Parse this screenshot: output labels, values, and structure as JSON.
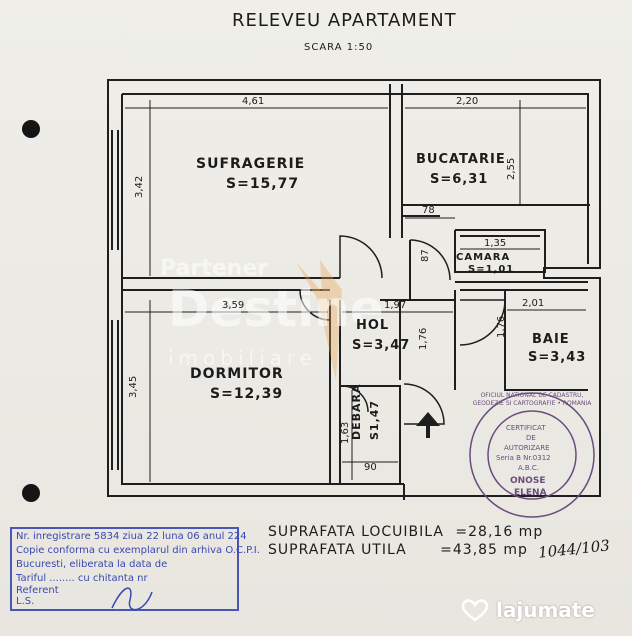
{
  "title": "RELEVEU APARTAMENT",
  "scale": "SCARA 1:50",
  "rooms": {
    "sufragerie": {
      "name": "SUFRAGERIE",
      "area": "S=15,77"
    },
    "bucatarie": {
      "name": "BUCATARIE",
      "area": "S=6,31"
    },
    "camara": {
      "name": "CAMARA",
      "area": "S=1,01"
    },
    "hol": {
      "name": "HOL",
      "area": "S=3,47"
    },
    "baie": {
      "name": "BAIE",
      "area": "S=3,43"
    },
    "dormitor": {
      "name": "DORMITOR",
      "area": "S=12,39"
    },
    "debara": {
      "name": "DEBARA",
      "area": "S1,47"
    }
  },
  "dimensions": {
    "d461": "4,61",
    "d220": "2,20",
    "d342": "3,42",
    "d255": "2,55",
    "d78": "78",
    "d135": "1,35",
    "d87": "87",
    "d359": "3,59",
    "d197": "1,97",
    "d201": "2,01",
    "d176a": "1,76",
    "d176b": "1,76",
    "d345": "3,45",
    "d163": "1,63",
    "d90": "90"
  },
  "totals": {
    "locuibila_label": "SUPRAFATA LOCUIBILA",
    "locuibila_value": "=28,16 mp",
    "utila_label": "SUPRAFATA UTILA",
    "utila_value": "=43,85 mp"
  },
  "seal": {
    "ring": "OFICIUL NATIONAL DE CADASTRU, GEODEZIE SI CARTOGRAFIE • ROMANIA",
    "line1": "CERTIFICAT",
    "line2": "DE",
    "line3": "AUTORIZARE",
    "line4": "Seria B Nr.0312",
    "line5": "A.B.C.",
    "line6": "ONOSE",
    "line7": "ELENA"
  },
  "stamp": {
    "l1": "Nr. inregistrare 5834 ziua 22 luna 06 anul 224",
    "l2": "Copie conforma cu exemplarul din arhiva O.C.P.I.",
    "l3": "Bucuresti, eliberata la data de",
    "l4": "Tariful ........ cu chitanta nr",
    "l5": "Referent",
    "l6": "L.S."
  },
  "handwritten_ref": "1044/103",
  "watermark": {
    "line1": "Partener",
    "line2": "Destine",
    "line3": "imobiliare"
  },
  "brand": "lajumate",
  "colors": {
    "ink": "#1c1c1c",
    "stamp_blue": "#3a48b0",
    "seal_purple": "#6a4c7e",
    "watermark_orange": "#e8a14a"
  }
}
